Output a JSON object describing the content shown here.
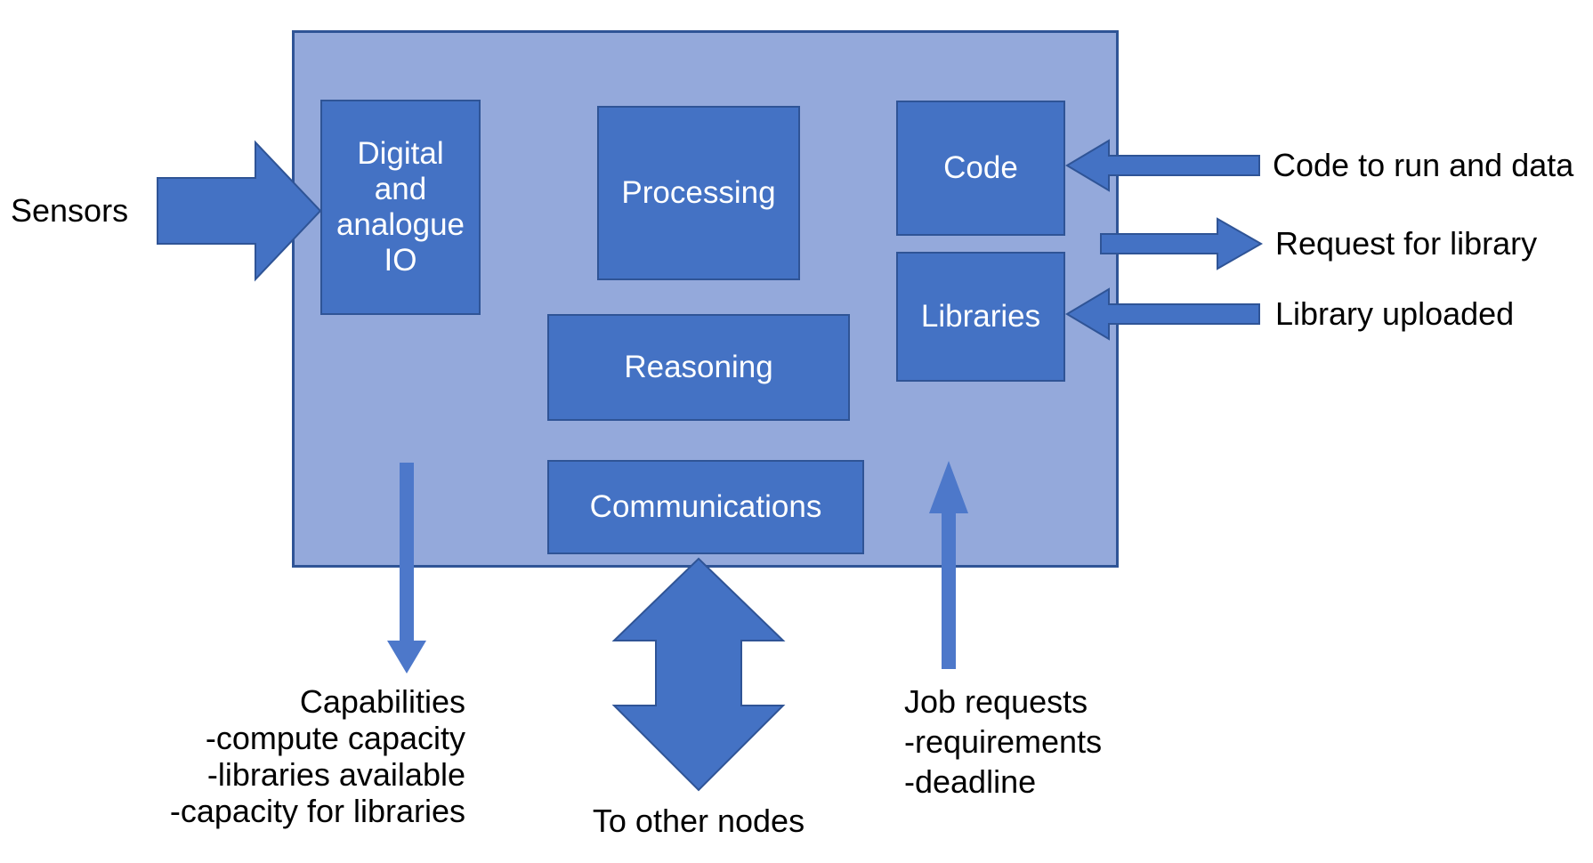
{
  "colors": {
    "background": "#ffffff",
    "container_fill": "#94a9db",
    "container_border": "#2f5496",
    "box_fill": "#4472c4",
    "box_border": "#2f5496",
    "box_text": "#ffffff",
    "arrow_fill": "#4472c4",
    "arrow_border": "#2f5496",
    "thin_arrow_fill": "#4d78ca",
    "label_text": "#000000"
  },
  "diagram": {
    "boxes": {
      "digital_io": {
        "label": "Digital\nand\nanalogue\nIO"
      },
      "processing": {
        "label": "Processing"
      },
      "reasoning": {
        "label": "Reasoning"
      },
      "code": {
        "label": "Code"
      },
      "libraries": {
        "label": "Libraries"
      },
      "communications": {
        "label": "Communications"
      }
    },
    "labels": {
      "sensors": "Sensors",
      "code_to_run": "Code to run and data",
      "request_for_library": "Request for library",
      "library_uploaded": "Library uploaded",
      "to_other_nodes": "To other nodes",
      "capabilities": {
        "lines": [
          "Capabilities",
          "-compute capacity",
          "-libraries available",
          "-capacity for libraries"
        ]
      },
      "job_requests": {
        "lines": [
          "Job requests",
          "-requirements",
          "-deadline"
        ]
      }
    },
    "arrows": {
      "sensors_input": "right",
      "code_to_run_input": "left",
      "request_for_library_output": "right",
      "library_uploaded_input": "left",
      "capabilities_output": "down",
      "job_requests_input": "up",
      "to_other_nodes_link": "up-down"
    }
  }
}
